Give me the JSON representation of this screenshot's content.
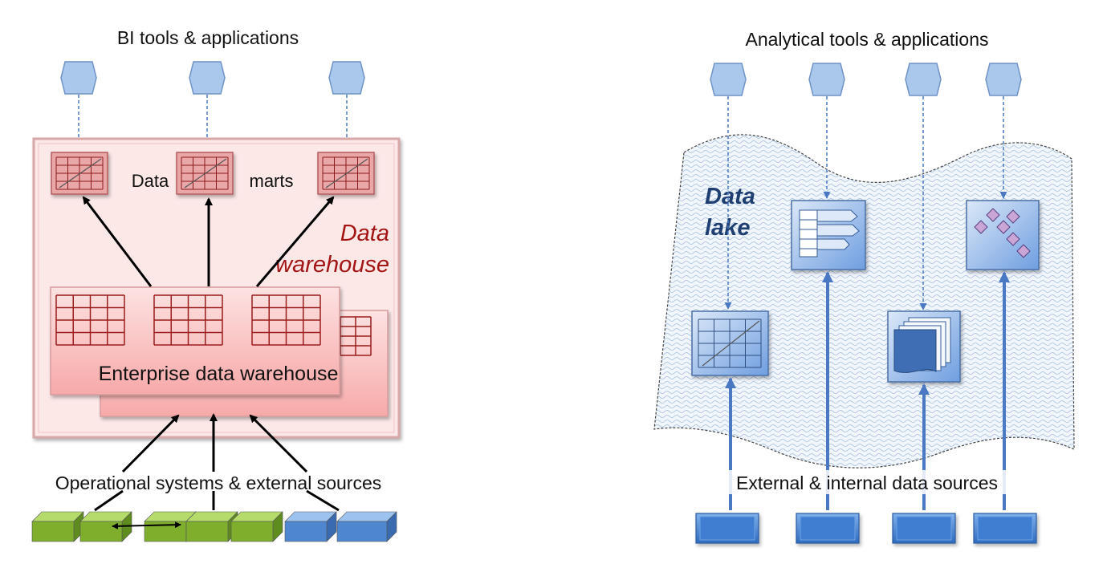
{
  "left": {
    "title": "BI tools & applications",
    "data_marts_word1": "Data",
    "data_marts_word2": "marts",
    "warehouse_label_line1": "Data",
    "warehouse_label_line2": "warehouse",
    "edw_label": "Enterprise data warehouse",
    "sources_label": "Operational systems & external sources",
    "tool_count": 3
  },
  "right": {
    "title": "Analytical tools & applications",
    "lake_label_line1": "Data",
    "lake_label_line2": "lake",
    "sources_label": "External & internal data sources",
    "tool_count": 4,
    "source_count": 4
  },
  "colors": {
    "tool_fill": "#a9c8ec",
    "tool_stroke": "#6f93c6",
    "warehouse_fill": "#fde6e6",
    "warehouse_text": "#a31515",
    "mart_fill": "#e7a3a3",
    "grid_line": "#9b1c1c",
    "lake_label": "#1f3f73",
    "lake_fill": "#eef4fb",
    "blue_arrow": "#4a78c2",
    "green_source": "#8dbd3a",
    "blue_source": "#5b8fd6"
  }
}
